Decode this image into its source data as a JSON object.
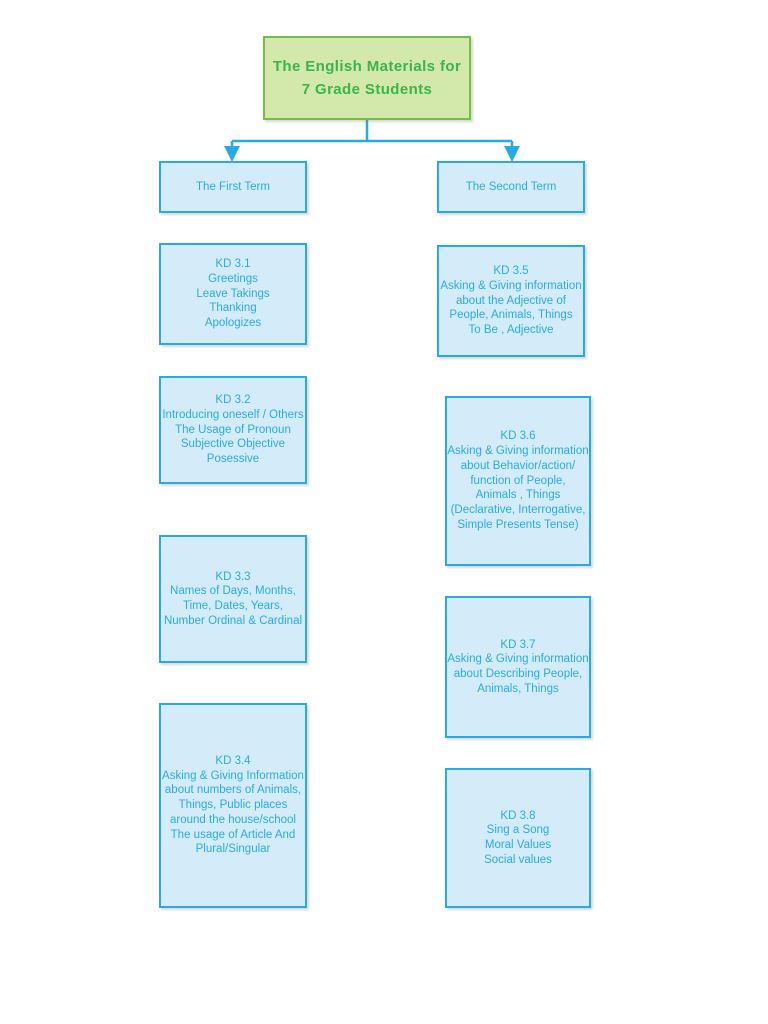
{
  "diagram": {
    "title": "The English Materials for 7 Grade Students",
    "colors": {
      "root_fill": "#d3e8ab",
      "root_border": "#73bf44",
      "root_text": "#3cb44a",
      "node_fill": "#d4ecf9",
      "node_border": "#29abe2",
      "node_text": "#29abe2",
      "connector": "#29abe2",
      "background": "#ffffff"
    },
    "root": {
      "label": "The English Materials for\n7 Grade Students"
    },
    "branches": [
      {
        "id": "first-term",
        "label": "The First Term",
        "nodes": [
          {
            "id": "kd-3-1",
            "code": "KD 3.1",
            "label": "KD 3.1\nGreetings\nLeave Takings\nThanking\nApologizes"
          },
          {
            "id": "kd-3-2",
            "code": "KD 3.2",
            "label": "KD 3.2\nIntroducing oneself / Others\nThe Usage of Pronoun\nSubjective Objective\nPosessive"
          },
          {
            "id": "kd-3-3",
            "code": "KD 3.3",
            "label": "KD 3.3\nNames of Days, Months,\nTime, Dates, Years,\nNumber Ordinal & Cardinal"
          },
          {
            "id": "kd-3-4",
            "code": "KD 3.4",
            "label": "KD 3.4\nAsking & Giving Information\nabout numbers of Animals,\nThings, Public places\naround the house/school\nThe usage of Article And\nPlural/Singular"
          }
        ]
      },
      {
        "id": "second-term",
        "label": "The Second Term",
        "nodes": [
          {
            "id": "kd-3-5",
            "code": "KD 3.5",
            "label": "KD 3.5\nAsking & Giving information\nabout the Adjective of\nPeople, Animals, Things\nTo Be , Adjective"
          },
          {
            "id": "kd-3-6",
            "code": "KD 3.6",
            "label": "KD 3.6\nAsking & Giving information\nabout Behavior/action/\nfunction of People,\nAnimals , Things\n(Declarative, Interrogative,\nSimple Presents Tense)"
          },
          {
            "id": "kd-3-7",
            "code": "KD 3.7",
            "label": "KD 3.7\nAsking & Giving information\nabout Describing People,\nAnimals, Things"
          },
          {
            "id": "kd-3-8",
            "code": "KD 3.8",
            "label": "KD 3.8\nSing a Song\nMoral Values\nSocial values"
          }
        ]
      }
    ]
  }
}
